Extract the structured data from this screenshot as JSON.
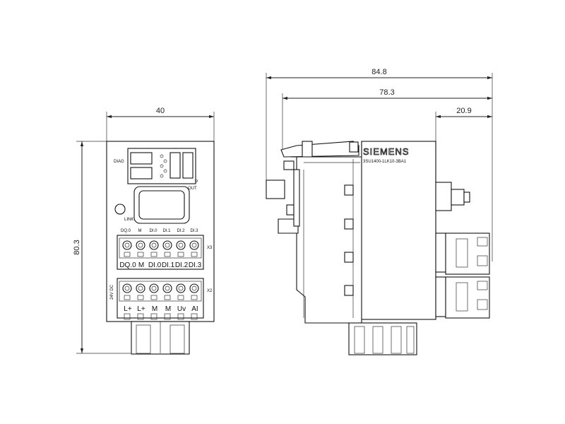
{
  "front_view": {
    "dim_width": "40",
    "dim_height": "80.3",
    "diag_label": "DIAG",
    "out_label": "OUT",
    "link_label": "LINK",
    "x3_top_labels": [
      "DQ.0",
      "M",
      "DI.0",
      "DI.1",
      "DI.2",
      "DI.3"
    ],
    "x3_bottom_labels": [
      "DQ.0",
      "M",
      "DI.0",
      "DI.1",
      "DI.2",
      "DI.3"
    ],
    "x3_tag": "X3",
    "x2_tag": "X2",
    "x2_side_label": "24V DC",
    "x2_labels": [
      "L+",
      "L+",
      "M",
      "M",
      "Uv",
      "AI"
    ]
  },
  "side_view": {
    "dim_overall": "84.8",
    "dim_body": "78.3",
    "dim_connector": "20.9",
    "brand": "SIEMENS",
    "order_number": "3SU1400-1LK10-3BA1"
  }
}
